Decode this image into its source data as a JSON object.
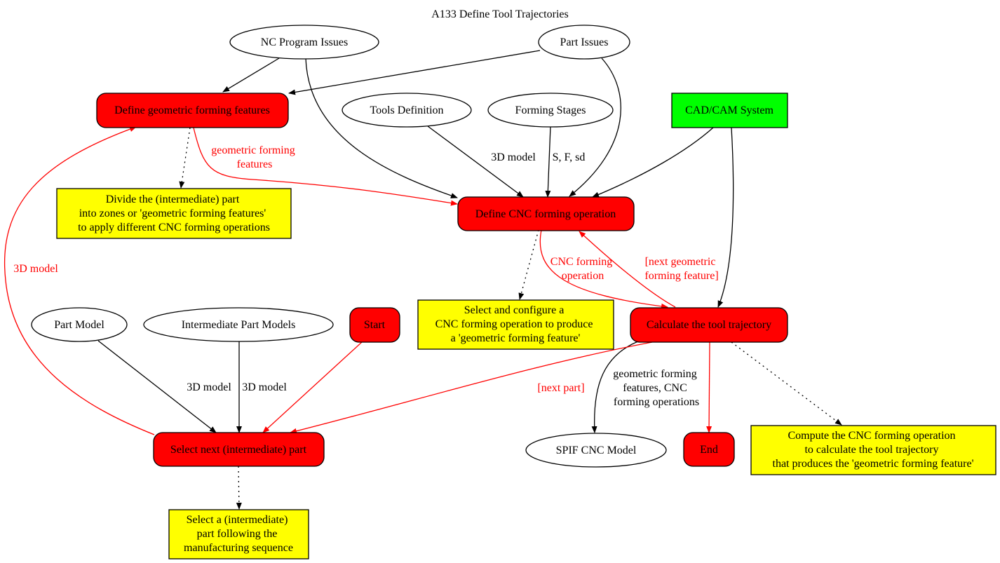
{
  "title": "A133 Define Tool Trajectories",
  "colors": {
    "activity_fill": "#ff0000",
    "system_fill": "#00ff00",
    "note_fill": "#ffff00",
    "control_flow": "#ff0000",
    "data_flow": "#000000"
  },
  "nodes": {
    "nc_program_issues": "NC Program Issues",
    "part_issues": "Part Issues",
    "define_geometric": "Define geometric forming features",
    "tools_definition": "Tools Definition",
    "forming_stages": "Forming Stages",
    "cad_cam": "CAD/CAM System",
    "note_divide": [
      "Divide the (intermediate) part",
      "into zones or 'geometric forming features'",
      "to apply different CNC forming operations"
    ],
    "define_cnc": "Define CNC forming operation",
    "note_select_configure": [
      "Select and configure a",
      "CNC forming operation to produce",
      "a 'geometric forming feature'"
    ],
    "calculate": "Calculate the tool trajectory",
    "part_model": "Part Model",
    "intermediate_models": "Intermediate Part Models",
    "start": "Start",
    "select_next": "Select next (intermediate) part",
    "spif_model": "SPIF CNC Model",
    "end": "End",
    "note_compute": [
      "Compute the CNC forming operation",
      "to calculate the tool trajectory",
      "that produces the 'geometric forming feature'"
    ],
    "note_select_part": [
      "Select a (intermediate)",
      "part following the",
      "manufacturing sequence"
    ]
  },
  "edge_labels": {
    "geo_features": [
      "geometric forming",
      "features"
    ],
    "tools_3d": "3D model",
    "stages_sfsd": "S, F, sd",
    "cnc_operation": [
      "CNC forming",
      "operation"
    ],
    "next_geometric": [
      "[next geometric",
      "forming feature]"
    ],
    "loop_3d": "3D model",
    "next_part": "[next part]",
    "part_3d": "3D model",
    "inter_3d": "3D model",
    "spif_out": [
      "geometric forming",
      "features, CNC",
      "forming operations"
    ]
  }
}
